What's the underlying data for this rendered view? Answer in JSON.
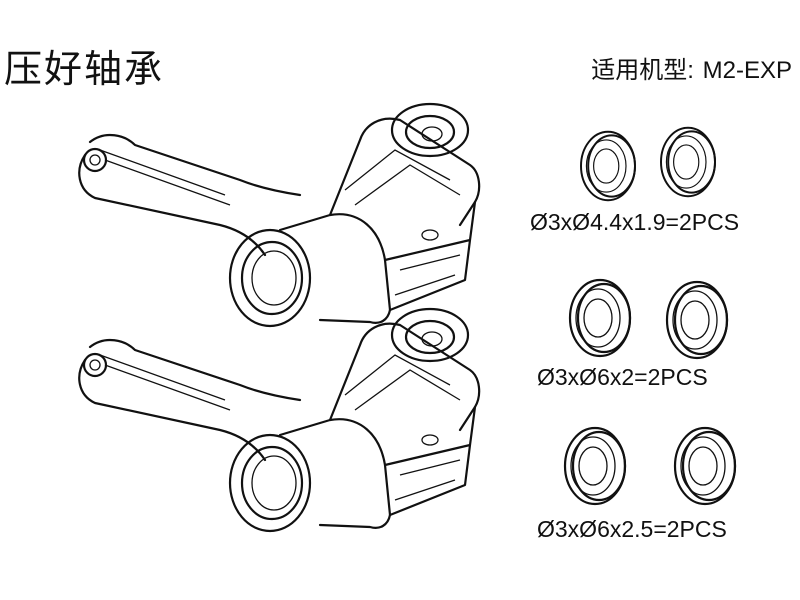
{
  "header": {
    "title": "压好轴承",
    "model_label": "适用机型:",
    "model_value": "M2-EXP"
  },
  "bearings": [
    {
      "spec": "Ø3xØ4.4x1.9=2PCS"
    },
    {
      "spec": "Ø3xØ6x2=2PCS"
    },
    {
      "spec": "Ø3xØ6x2.5=2PCS"
    }
  ],
  "colors": {
    "line": "#111111",
    "background": "#ffffff"
  },
  "icons": [
    "blade-grip-arm-icon",
    "bearing-icon"
  ]
}
